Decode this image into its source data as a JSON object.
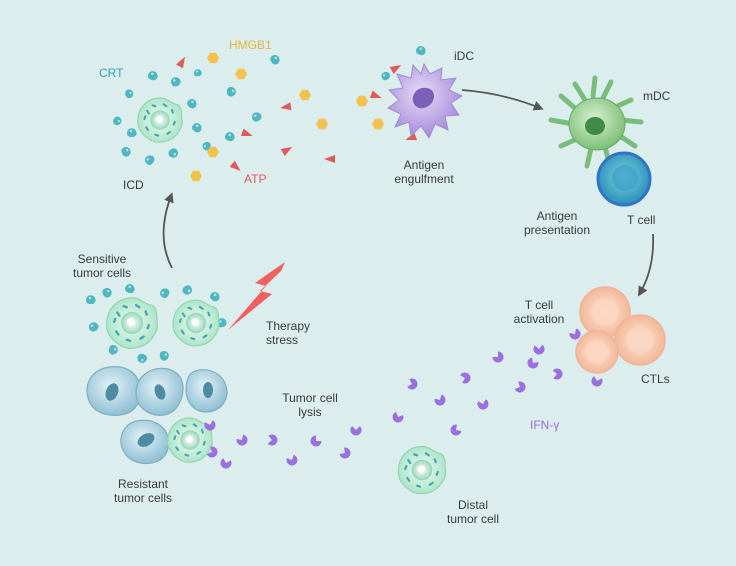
{
  "labels": {
    "crt": "CRT",
    "hmgb1": "HMGB1",
    "icd": "ICD",
    "atp": "ATP",
    "idc": "iDC",
    "antigen_engulfment": [
      "Antigen",
      "engulfment"
    ],
    "mdc": "mDC",
    "antigen_presentation": [
      "Antigen",
      "presentation"
    ],
    "t_cell": "T cell",
    "t_cell_activation": [
      "T cell",
      "activation"
    ],
    "ctls": "CTLs",
    "sensitive_tumor_cells": [
      "Sensitive",
      "tumor cells"
    ],
    "therapy_stress": [
      "Therapy",
      "stress"
    ],
    "tumor_cell_lysis": [
      "Tumor cell",
      "lysis"
    ],
    "ifn_gamma": "IFN-γ",
    "resistant_tumor_cells": [
      "Resistant",
      "tumor cells"
    ],
    "distal_tumor_cell": [
      "Distal",
      "tumor cell"
    ]
  },
  "colors": {
    "background": "#dcedee",
    "tumor_cell": "#b7ebd0",
    "crt": "#4fb6c2",
    "hmgb1": "#f2c14e",
    "atp": "#e05a5a",
    "idc": "#b49be0",
    "mdc": "#79bd7a",
    "t_cell": "#2f74c8",
    "ctl": "#f6c3a6",
    "ifn_gamma": "#9b6fe0",
    "resistant_cell": "#a9d0df",
    "therapy_stress": "#f06060",
    "arrow": "#555555"
  }
}
